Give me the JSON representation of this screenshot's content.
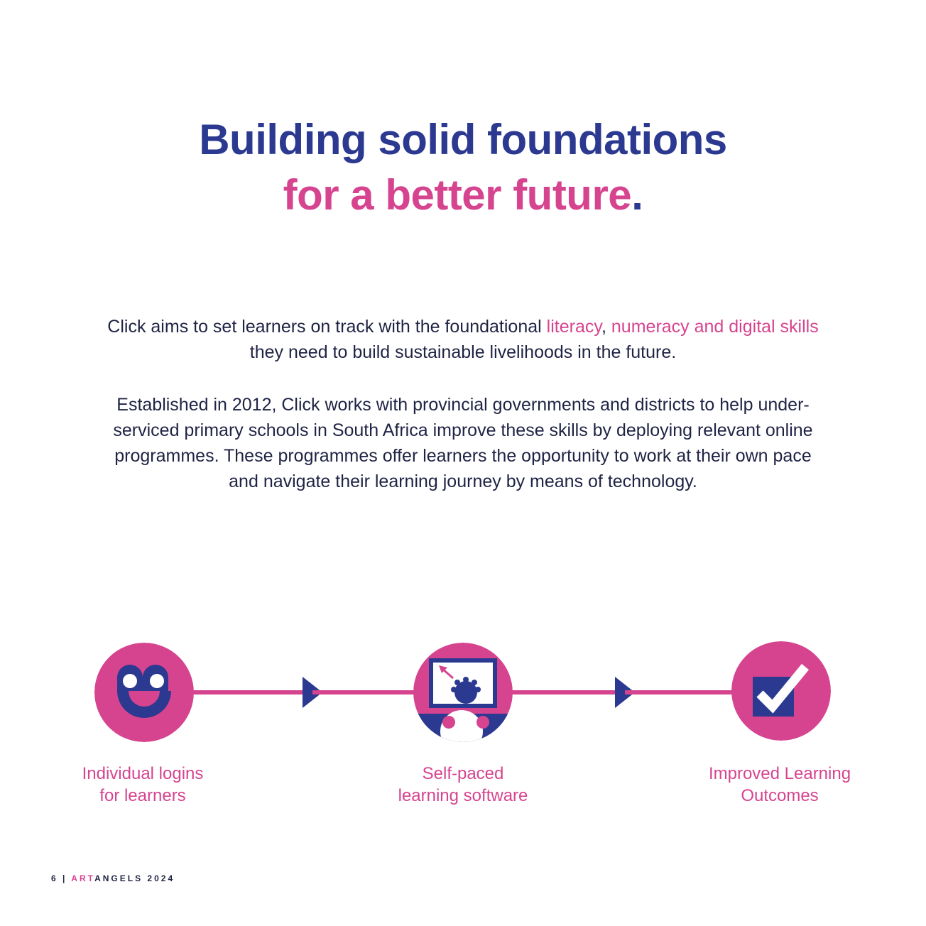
{
  "headline": {
    "line1": "Building solid foundations",
    "line2": "for a better future",
    "period": "."
  },
  "intro": {
    "part1": "Click aims to set learners on track with the foundational ",
    "highlight1": "literacy",
    "sep": ", ",
    "highlight2": "numeracy and digital skills",
    "part2": " they need to build sustainable livelihoods in the future."
  },
  "body2": "Established in 2012, Click works with provincial governments and districts to help  under-serviced primary schools in South Africa improve these skills by deploying relevant online programmes. These programmes offer learners the opportunity to work at their own pace and navigate their learning journey by means of technology.",
  "steps": [
    {
      "line1": "Individual logins",
      "line2": "for learners",
      "icon": "smiley-icon"
    },
    {
      "line1": "Self-paced",
      "line2": "learning software",
      "icon": "learner-computer-icon"
    },
    {
      "line1": "Improved Learning",
      "line2": "Outcomes",
      "icon": "checkbox-tick-icon"
    }
  ],
  "footer": {
    "page": "6",
    "divider": "|",
    "brand_accent": "ART",
    "brand_rest": "ANGELS",
    "year": "2024"
  },
  "colors": {
    "navy": "#2b3990",
    "pink": "#d6448f",
    "text": "#1f2344"
  }
}
